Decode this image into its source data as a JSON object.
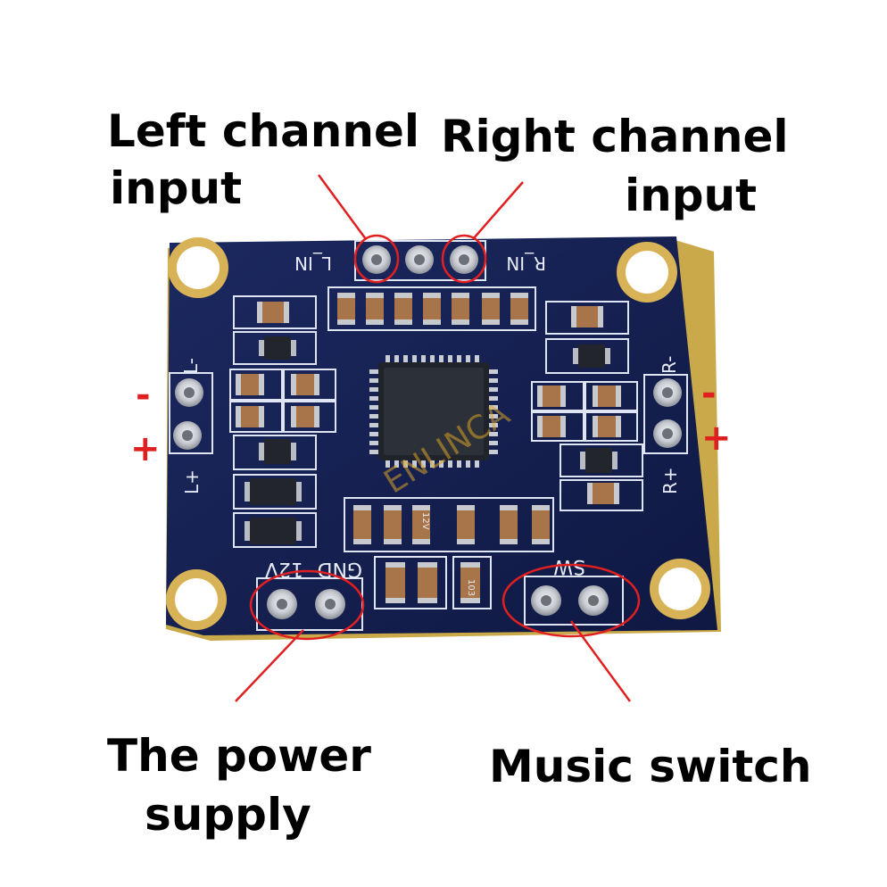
{
  "callouts": {
    "left_input": {
      "line1": "Left channel",
      "line2": "input"
    },
    "right_input": {
      "line1": "Right channel",
      "line2": "input"
    },
    "power": {
      "line1": "The power",
      "line2": "supply"
    },
    "music": {
      "line1": "Music switch"
    }
  },
  "polarity": {
    "minus": "-",
    "plus": "+"
  },
  "silkscreen": {
    "l_in": "L_IN",
    "r_in": "R_IN",
    "l_minus": "L-",
    "l_plus": "L+",
    "r_minus": "R-",
    "r_plus": "R+",
    "v12": "12V",
    "gnd": "GND",
    "sw": "SW",
    "chip_small": "12V",
    "res_small": "103"
  },
  "watermark": "ENLINCA",
  "colors": {
    "board": "#152152",
    "board_edge": "#c9a94a",
    "annotation": "#e02020",
    "silk": "#e6ebf5",
    "pad": "#cfd3d8"
  }
}
